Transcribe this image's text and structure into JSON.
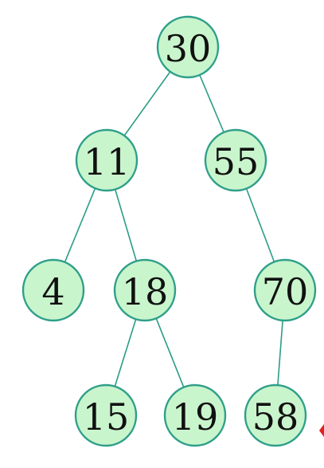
{
  "tree": {
    "nodes": [
      {
        "id": "n30",
        "label": "30"
      },
      {
        "id": "n11",
        "label": "11"
      },
      {
        "id": "n55",
        "label": "55"
      },
      {
        "id": "n4",
        "label": "4"
      },
      {
        "id": "n18",
        "label": "18"
      },
      {
        "id": "n70",
        "label": "70"
      },
      {
        "id": "n15",
        "label": "15"
      },
      {
        "id": "n19",
        "label": "19"
      },
      {
        "id": "n58",
        "label": "58"
      }
    ],
    "edges": [
      {
        "from": "n30",
        "to": "n11"
      },
      {
        "from": "n30",
        "to": "n55"
      },
      {
        "from": "n11",
        "to": "n4"
      },
      {
        "from": "n11",
        "to": "n18"
      },
      {
        "from": "n55",
        "to": "n70"
      },
      {
        "from": "n18",
        "to": "n15"
      },
      {
        "from": "n18",
        "to": "n19"
      },
      {
        "from": "n70",
        "to": "n58"
      }
    ]
  },
  "colors": {
    "node_fill": "#c9f5cc",
    "node_stroke": "#2f9f8a",
    "edge": "#2a9d86",
    "marker": "#e02020"
  }
}
